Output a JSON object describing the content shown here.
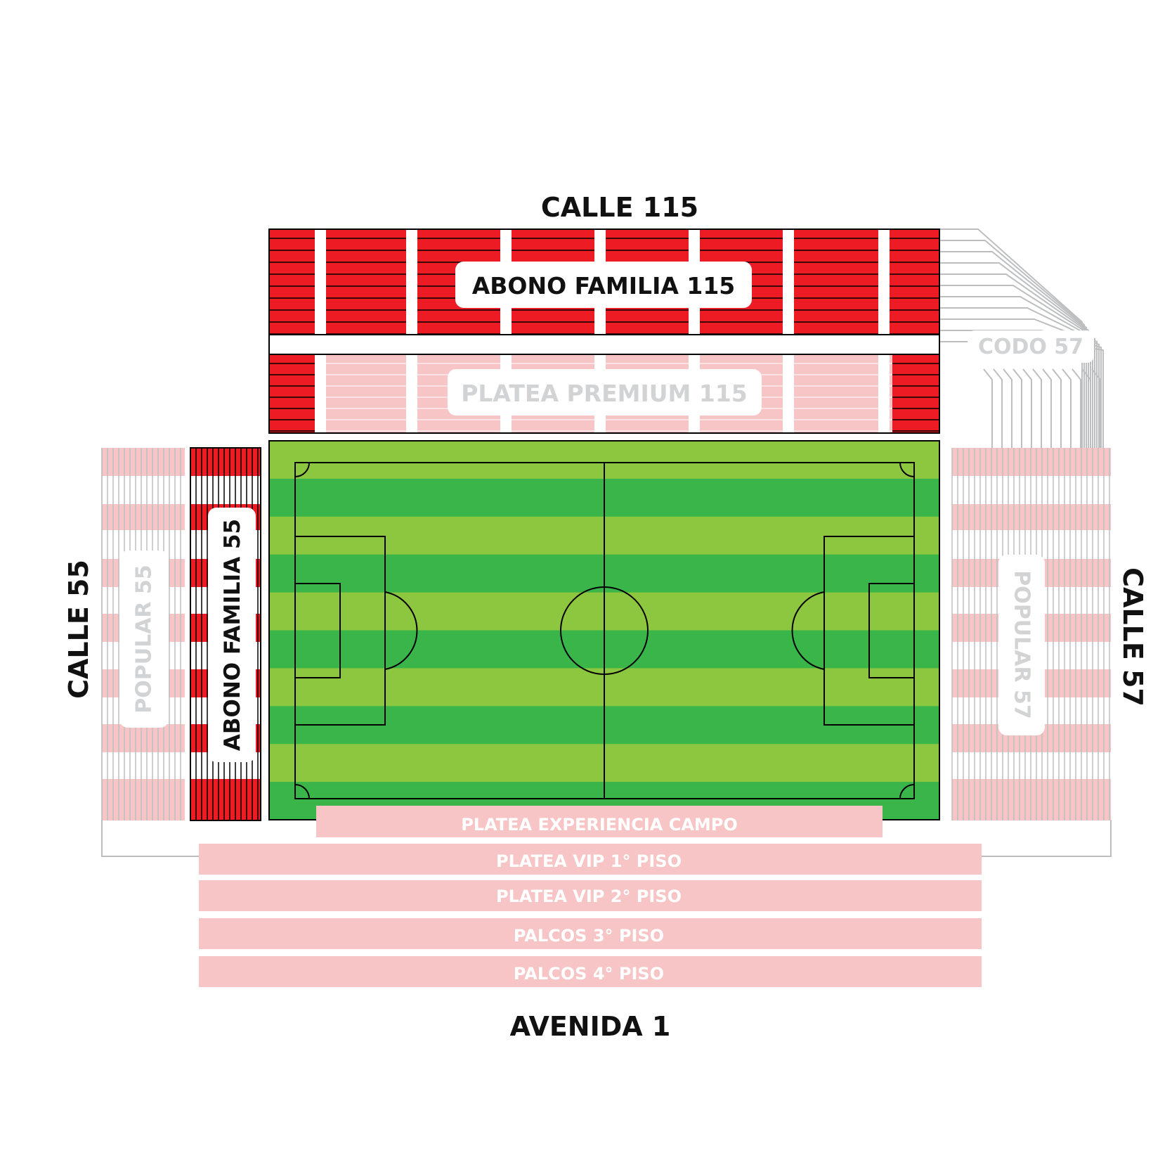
{
  "streets": {
    "north": "CALLE 115",
    "south": "AVENIDA 1",
    "west": "CALLE 55",
    "east": "CALLE 57"
  },
  "sections": {
    "abono_familia_115": "ABONO FAMILIA 115",
    "platea_premium_115": "PLATEA PREMIUM 115",
    "codo_57": "CODO 57",
    "abono_familia_55": "ABONO FAMILIA 55",
    "popular_55": "POPULAR 55",
    "popular_57": "POPULAR 57",
    "platea_experiencia_campo": "PLATEA EXPERIENCIA CAMPO",
    "platea_vip_1": "PLATEA VIP 1° PISO",
    "platea_vip_2": "PLATEA VIP 2° PISO",
    "palcos_3": "PALCOS 3° PISO",
    "palcos_4": "PALCOS 4° PISO"
  },
  "colors": {
    "highlight": "#ed1c24",
    "dimmed": "#f8c5c7",
    "outline_gray": "#bcbec0",
    "pitch_dark": "#39b54a",
    "pitch_light": "#8dc63f",
    "text_dark": "#111111",
    "dimmed_text": "#d1d3d4"
  }
}
